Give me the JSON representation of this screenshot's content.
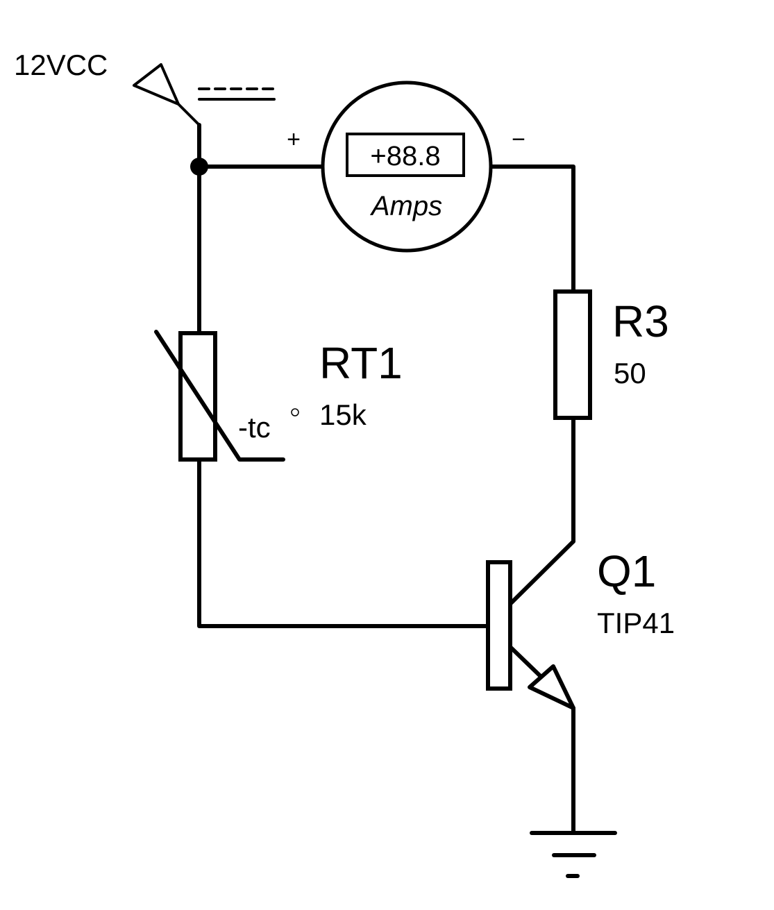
{
  "power": {
    "label": "12VCC"
  },
  "ammeter": {
    "reading": "+88.8",
    "unit": "Amps",
    "plus": "+",
    "minus": "−"
  },
  "thermistor": {
    "ref": "RT1",
    "value": "15k",
    "tc": "-tc"
  },
  "resistor": {
    "ref": "R3",
    "value": "50"
  },
  "transistor": {
    "ref": "Q1",
    "value": "TIP41"
  }
}
